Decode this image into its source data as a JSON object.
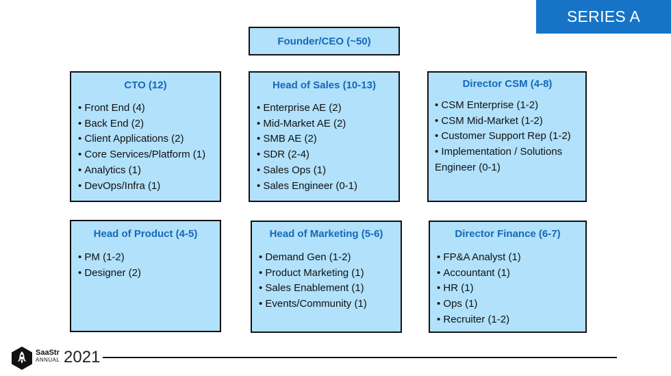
{
  "badge": {
    "label": "SERIES A"
  },
  "founder": {
    "title": "Founder/CEO (~50)"
  },
  "boxes": {
    "cto": {
      "title": "CTO (12)",
      "items": [
        "Front End (4)",
        "Back End (2)",
        "Client Applications (2)",
        "Core Services/Platform (1)",
        "Analytics (1)",
        "DevOps/Infra (1)"
      ]
    },
    "sales": {
      "title": "Head of Sales (10-13)",
      "items": [
        "Enterprise AE (2)",
        "Mid-Market AE (2)",
        "SMB AE (2)",
        "SDR (2-4)",
        "Sales Ops (1)",
        "Sales Engineer (0-1)"
      ]
    },
    "csm": {
      "title": "Director CSM (4-8)",
      "items": [
        "CSM Enterprise (1-2)",
        "CSM Mid-Market (1-2)",
        "Customer Support Rep (1-2)",
        "Implementation / Solutions Engineer (0-1)"
      ]
    },
    "product": {
      "title": "Head of Product (4-5)",
      "items": [
        "PM (1-2)",
        "Designer (2)"
      ]
    },
    "marketing": {
      "title": "Head of Marketing (5-6)",
      "items": [
        "Demand Gen (1-2)",
        "Product Marketing (1)",
        "Sales Enablement (1)",
        "Events/Community (1)"
      ]
    },
    "finance": {
      "title": "Director Finance (6-7)",
      "items": [
        "FP&A Analyst (1)",
        "Accountant (1)",
        "HR (1)",
        "Ops (1)",
        "Recruiter (1-2)"
      ]
    }
  },
  "footer": {
    "brand": "SaaStr",
    "sub": "ANNUAL",
    "year": "2021",
    "logo_icon": "rocket-hexagon-icon"
  },
  "colors": {
    "badge": "#1673c6",
    "box_fill": "#b1e1fb",
    "title_text": "#1668b8",
    "border": "#111111"
  }
}
